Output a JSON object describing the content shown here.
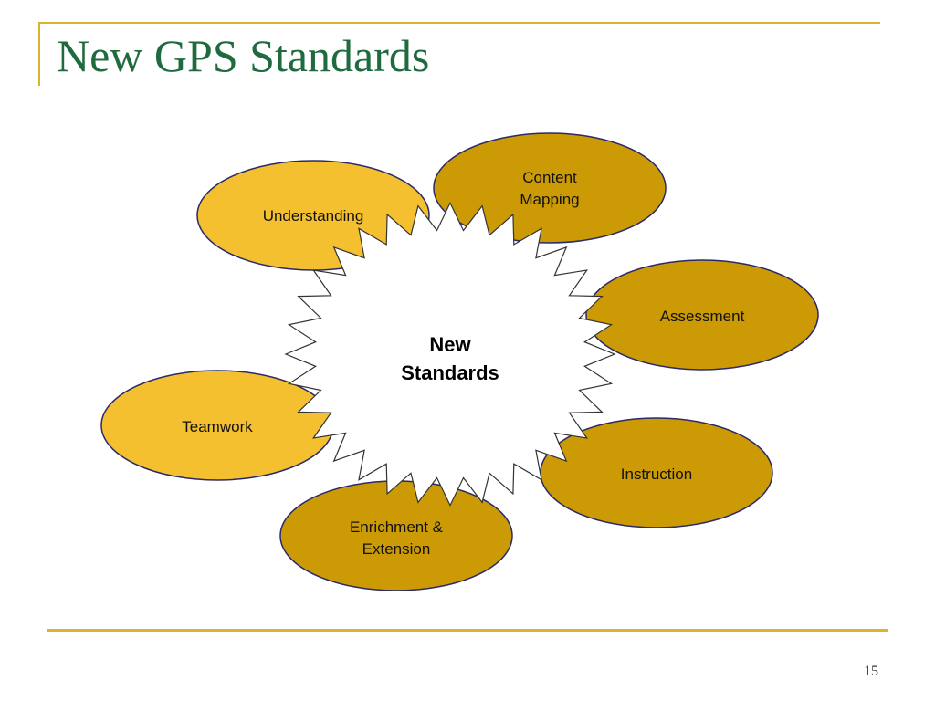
{
  "slide": {
    "title": "New GPS Standards",
    "page_number": "15"
  },
  "diagram": {
    "center": {
      "lines": [
        "New",
        "Standards"
      ]
    },
    "nodes": [
      {
        "id": "understanding",
        "lines": [
          "Understanding"
        ]
      },
      {
        "id": "content-mapping",
        "lines": [
          "Content",
          "Mapping"
        ]
      },
      {
        "id": "assessment",
        "lines": [
          "Assessment"
        ]
      },
      {
        "id": "instruction",
        "lines": [
          "Instruction"
        ]
      },
      {
        "id": "enrichment-extension",
        "lines": [
          "Enrichment &",
          "Extension"
        ]
      },
      {
        "id": "teamwork",
        "lines": [
          "Teamwork"
        ]
      }
    ]
  },
  "colors": {
    "title": "#1f6b3f",
    "rule": "#e0b030",
    "node_light": "#f4c030",
    "node_dark": "#cc9a05",
    "node_stroke": "#2a2a6a",
    "star_fill": "#ffffff",
    "star_stroke": "#333333"
  }
}
